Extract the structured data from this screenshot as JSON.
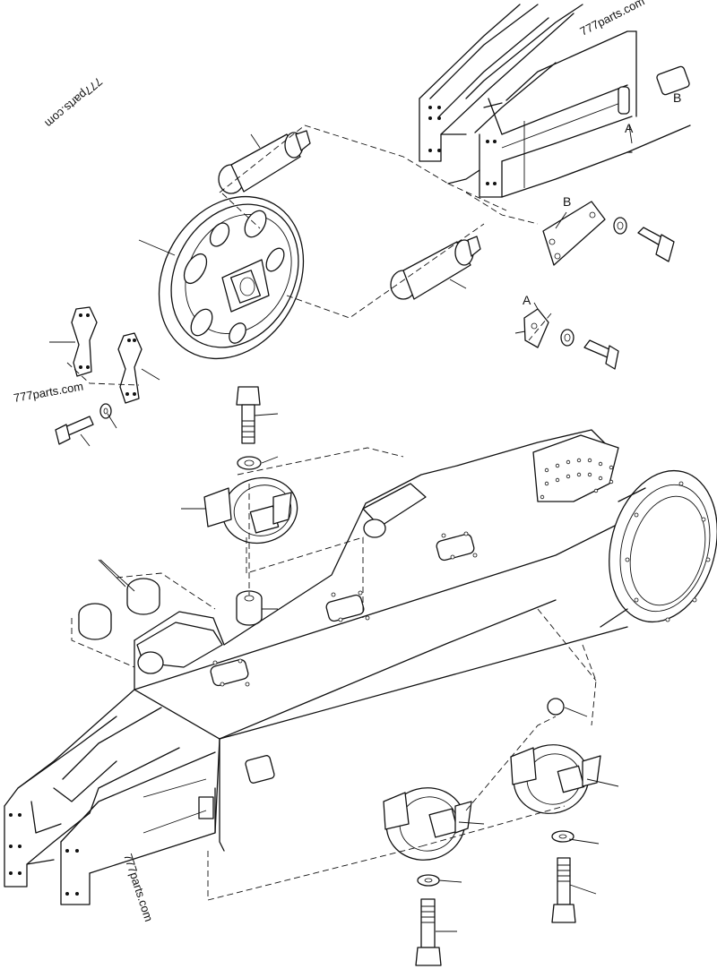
{
  "labels": {
    "a_frame": "A",
    "b_frame": "B",
    "a_plate": "A",
    "b_plate": "B"
  },
  "watermark": "777parts.com"
}
